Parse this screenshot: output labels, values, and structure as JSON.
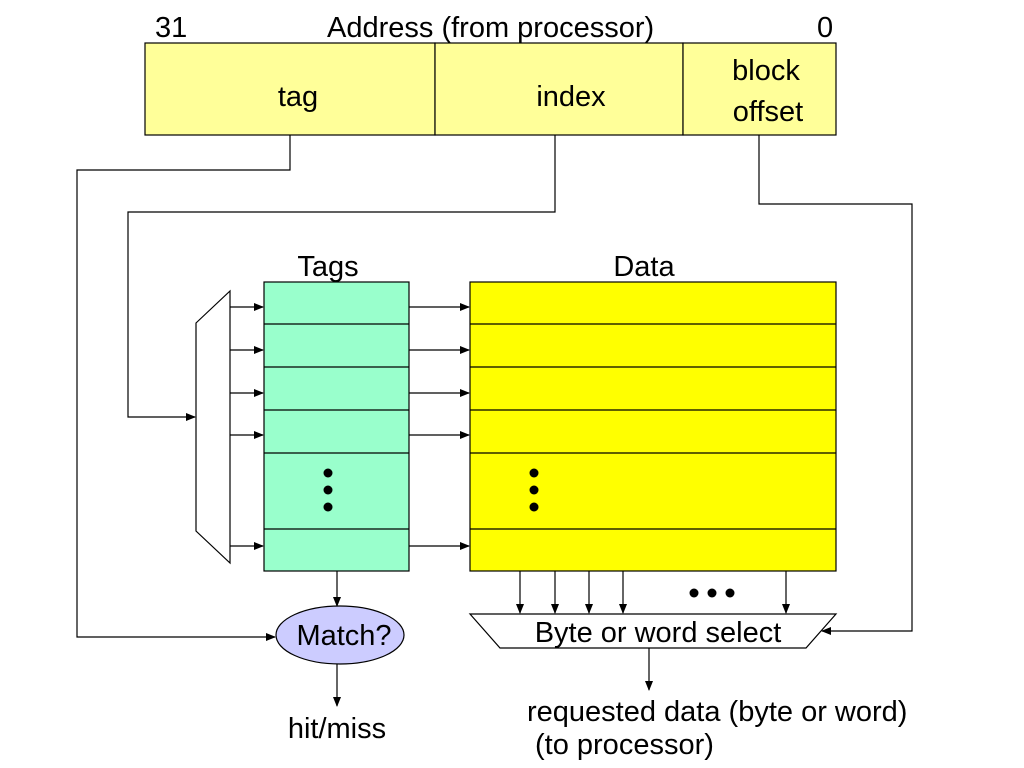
{
  "address": {
    "high_bit": "31",
    "title": "Address (from processor)",
    "low_bit": "0",
    "fields": {
      "tag": "tag",
      "index": "index",
      "block_offset_line1": "block",
      "block_offset_line2": "offset"
    }
  },
  "arrays": {
    "tags_label": "Tags",
    "data_label": "Data"
  },
  "match_label": "Match?",
  "hit_miss_label": "hit/miss",
  "select_label": "Byte or word select",
  "output": {
    "line1": "requested data (byte or word)",
    "line2": "(to processor)"
  },
  "colors": {
    "address_fill": "#ffff99",
    "tags_fill": "#99ffcc",
    "data_fill": "#ffff00",
    "match_fill": "#ccccff"
  }
}
